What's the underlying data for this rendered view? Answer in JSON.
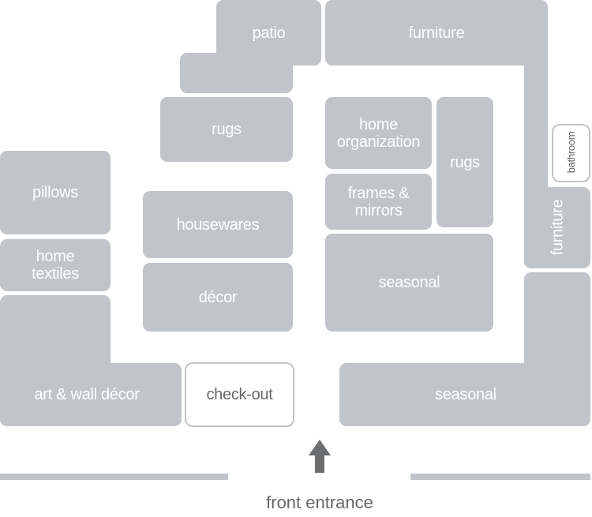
{
  "departments": {
    "patio": "patio",
    "furniture_top": "furniture",
    "rugs_left": "rugs",
    "home_organization": "home organization",
    "rugs_right": "rugs",
    "frames_mirrors": "frames & mirrors",
    "bathroom": "bathroom",
    "furniture_side": "furniture",
    "pillows": "pillows",
    "home_textiles": "home textiles",
    "housewares": "housewares",
    "decor": "décor",
    "seasonal_middle": "seasonal",
    "art_wall_decor": "art & wall décor",
    "checkout": "check-out",
    "seasonal_bottom": "seasonal"
  },
  "entrance_label": "front entrance",
  "colors": {
    "zone": "#c1c4c8",
    "text": "#666666",
    "arrow": "#6b6d6f"
  }
}
